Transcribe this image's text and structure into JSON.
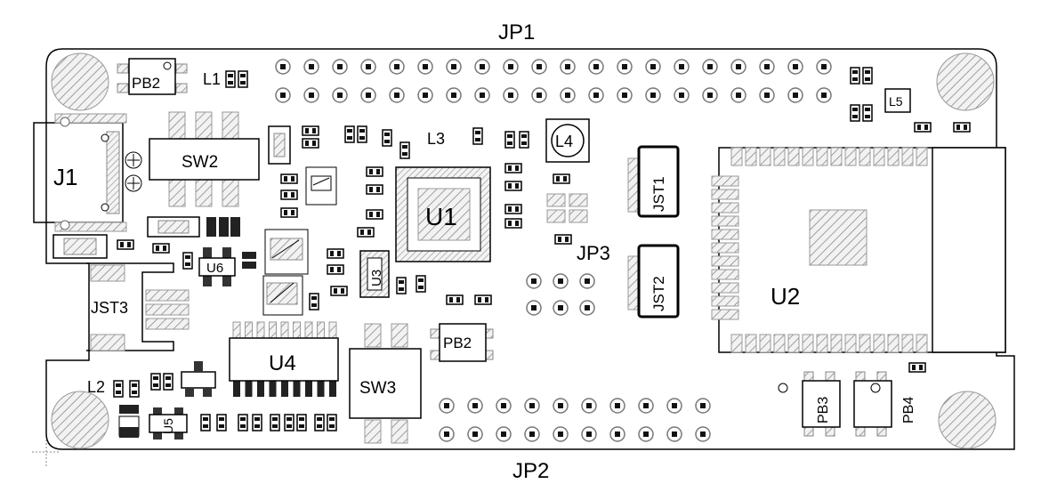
{
  "labels": {
    "jp1": "JP1",
    "jp2": "JP2",
    "jp3": "JP3",
    "j1": "J1",
    "sw2": "SW2",
    "sw3": "SW3",
    "u1": "U1",
    "u2": "U2",
    "u3": "U3",
    "u4": "U4",
    "u5": "U5",
    "u6": "U6",
    "l1": "L1",
    "l2": "L2",
    "l3": "L3",
    "l4": "L4",
    "l5": "L5",
    "pb2_top": "PB2",
    "pb2_mid": "PB2",
    "pb3": "PB3",
    "pb4": "PB4",
    "jst1": "JST1",
    "jst2": "JST2",
    "jst3": "JST3"
  },
  "colors": {
    "outline": "#000000",
    "hatch": "#8a8a8a",
    "pad_fill": "#bdbdbd",
    "background": "#ffffff"
  }
}
